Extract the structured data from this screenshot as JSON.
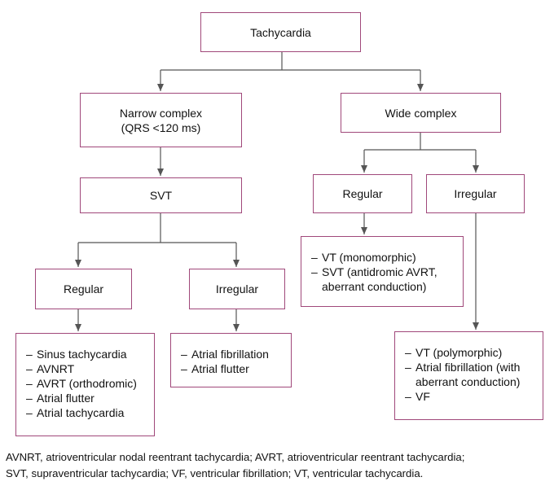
{
  "nodes": {
    "root": "Tachycardia",
    "narrow_line1": "Narrow complex",
    "narrow_line2": "(QRS <120 ms)",
    "wide": "Wide complex",
    "svt": "SVT",
    "narrow_regular": "Regular",
    "narrow_irregular": "Irregular",
    "wide_regular": "Regular",
    "wide_irregular": "Irregular"
  },
  "lists": {
    "narrow_regular_items": [
      "Sinus tachycardia",
      "AVNRT",
      "AVRT (orthodromic)",
      "Atrial flutter",
      "Atrial tachycardia"
    ],
    "narrow_irregular_items": [
      "Atrial fibrillation",
      "Atrial flutter"
    ],
    "wide_regular_items": [
      "VT (monomorphic)",
      "SVT (antidromic AVRT,",
      "aberrant conduction)"
    ],
    "wide_irregular_items": [
      "VT (polymorphic)",
      "Atrial fibrillation (with",
      "aberrant conduction)",
      "VF"
    ]
  },
  "footnote": {
    "line1": "AVNRT, atrioventricular nodal reentrant tachycardia; AVRT, atrioventricular reentrant tachycardia;",
    "line2": "SVT, supraventricular tachycardia; VF, ventricular fibrillation; VT, ventricular tachycardia."
  },
  "colors": {
    "box_border": "#a0487a",
    "connector": "#555555"
  }
}
